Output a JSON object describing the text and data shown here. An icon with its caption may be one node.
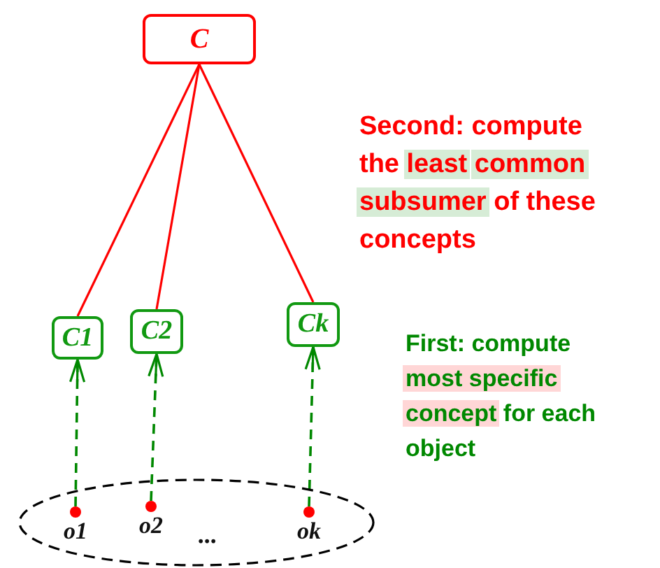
{
  "diagram": {
    "nodes": [
      {
        "text": [
          "C"
        ]
      },
      {
        "text": [
          "C1"
        ]
      },
      {
        "text": [
          "C2"
        ]
      },
      {
        "text": [
          "Ck"
        ]
      },
      {
        "text": [],
        "shape": "ellipse"
      },
      {
        "text": [
          "o1"
        ],
        "in": 4
      },
      {
        "text": [
          "o2"
        ],
        "in": 4
      },
      {
        "text": [
          "ok"
        ],
        "in": 4
      }
    ],
    "edges": [
      {
        "from": 0,
        "to": 1,
        "arrow": "none",
        "color": "#ff0000"
      },
      {
        "from": 0,
        "to": 2,
        "arrow": "none",
        "color": "#ff0000"
      },
      {
        "from": 0,
        "to": 3,
        "arrow": "none",
        "color": "#ff0000"
      },
      {
        "from": 5,
        "to": 1,
        "arrow": "to",
        "style": "dashed",
        "color": "#008800"
      },
      {
        "from": 6,
        "to": 2,
        "arrow": "to",
        "style": "dashed",
        "color": "#008800"
      },
      {
        "from": 7,
        "to": 3,
        "arrow": "to",
        "style": "dashed",
        "color": "#008800"
      }
    ],
    "labels": [
      "...",
      "Second: compute the least common subsumer of these concepts",
      "First: compute most specific concept for each object"
    ]
  }
}
